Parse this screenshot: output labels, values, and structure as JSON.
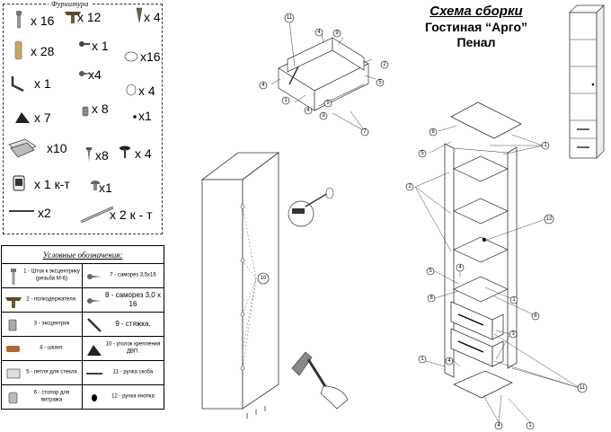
{
  "hardware": {
    "heading": "Фурнитура",
    "items": [
      {
        "icon": "tie-rod-icon",
        "qty": "x 16"
      },
      {
        "icon": "shelf-support-icon",
        "qty": "x 12"
      },
      {
        "icon": "screw-icon",
        "qty": "x 4"
      },
      {
        "icon": "dowel-icon",
        "qty": "x 28"
      },
      {
        "icon": "small-screw-icon",
        "qty": "x 1"
      },
      {
        "icon": "cam-cap-icon",
        "qty": "x16"
      },
      {
        "icon": "hex-key-icon",
        "qty": "x 1"
      },
      {
        "icon": "screw-icon",
        "qty": "x4"
      },
      {
        "icon": "glass-holder-icon",
        "qty": "x 4"
      },
      {
        "icon": "corner-bracket-icon",
        "qty": "x 7"
      },
      {
        "icon": "eccentric-icon",
        "qty": "x 8"
      },
      {
        "icon": "dot-icon",
        "qty": "x1"
      },
      {
        "icon": "hinge-icon",
        "qty": "x10"
      },
      {
        "icon": "screw-icon",
        "qty": "x8"
      },
      {
        "icon": "knob-icon",
        "qty": "x 4"
      },
      {
        "icon": "drawer-runner-icon",
        "qty": "x 1 к-т"
      },
      {
        "icon": "bolt-icon",
        "qty": "x1"
      },
      {
        "icon": "handle-line-icon",
        "qty": "x2"
      },
      {
        "icon": "rail-icon",
        "qty": "x 2 к - т"
      }
    ]
  },
  "legend": {
    "title": "Условные обозначения:",
    "entries": [
      {
        "icon": "tie-rod-icon",
        "text": "1 - Шток к эксцентрику (резьба М-6)"
      },
      {
        "icon": "screw-icon",
        "text": "7 - саморез 3,5х16"
      },
      {
        "icon": "shelf-support-icon",
        "text": "2 - полкодержатели."
      },
      {
        "icon": "screw-icon",
        "text": "8 - саморез 3,0 х 16"
      },
      {
        "icon": "eccentric-icon",
        "text": "3 - эксцентрик"
      },
      {
        "icon": "tie-screw-icon",
        "text": "9 - стяжка."
      },
      {
        "icon": "dowel-icon",
        "text": "4 - шкант."
      },
      {
        "icon": "corner-bracket-icon",
        "text": "10 - уголок крепления ДВП."
      },
      {
        "icon": "hinge-icon",
        "text": "5 - петля для стекла"
      },
      {
        "icon": "handle-line-icon",
        "text": "11 - ручка скоба"
      },
      {
        "icon": "glass-holder-icon",
        "text": "6 - стопор для витража"
      },
      {
        "icon": "dot-icon",
        "text": "12 - ручка кнопка"
      }
    ]
  },
  "title": {
    "line1": "Схема сборки",
    "line2": "Гостиная “Арго”",
    "line3": "Пенал"
  },
  "drawer_callouts": [
    "11",
    "4",
    "9",
    "2",
    "4",
    "1",
    "4",
    "3",
    "5",
    "9",
    "7",
    "1"
  ],
  "back_panel_callouts": [
    "10"
  ],
  "cabinet_callouts": [
    "8",
    "5",
    "2",
    "1",
    "12",
    "5",
    "8",
    "4",
    "1",
    "6",
    "3",
    "1",
    "4",
    "4",
    "1",
    "11"
  ]
}
